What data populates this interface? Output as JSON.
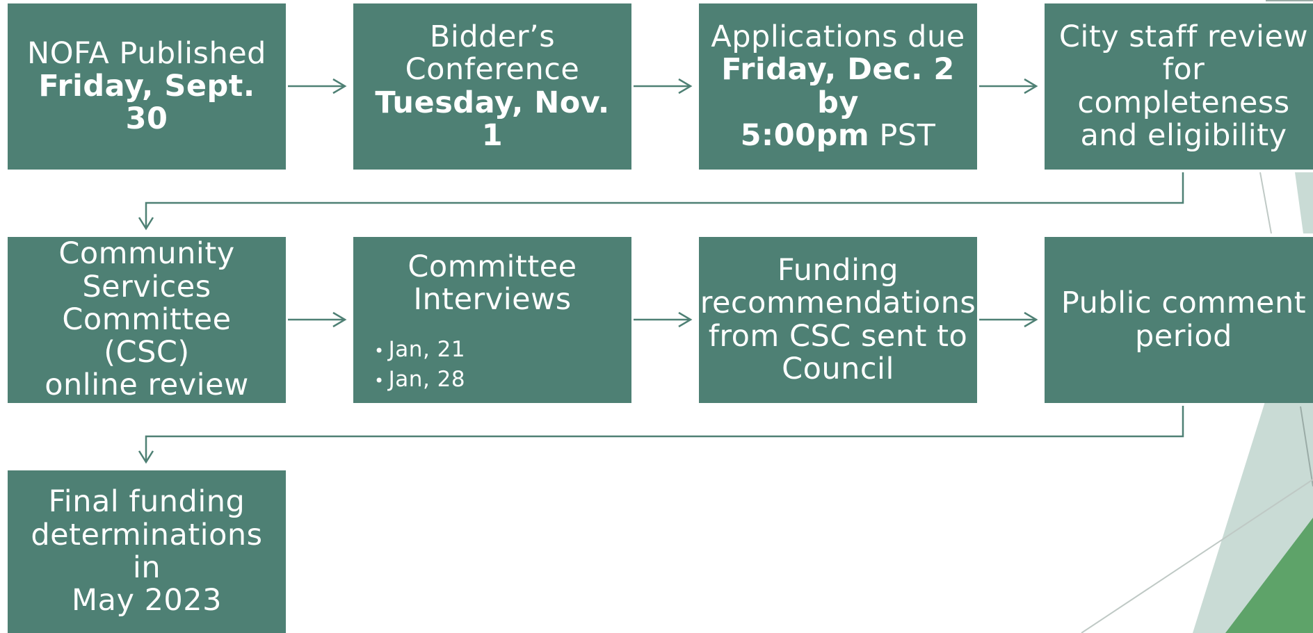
{
  "diagram": {
    "colors": {
      "box_fill": "#4e8074",
      "box_text": "#ffffff",
      "connector": "#4e8074",
      "accent_light": "#c9dbd5",
      "accent_green": "#5ea369",
      "accent_line": "#bfc9c5"
    },
    "steps": [
      {
        "line1": "NOFA Published",
        "line2": "Friday, Sept. 30"
      },
      {
        "line1": "Bidder’s",
        "line2": "Conference",
        "line3": "Tuesday, Nov. 1"
      },
      {
        "line1": "Applications due",
        "line2": "Friday, Dec. 2 by",
        "line3a": "5:00pm",
        "line3b": " PST"
      },
      {
        "line1": "City staff review",
        "line2": "for completeness",
        "line3": "and eligibility"
      },
      {
        "line1": "Community",
        "line2": "Services",
        "line3": "Committee (CSC)",
        "line4": "online review"
      },
      {
        "line1": "Committee",
        "line2": "Interviews",
        "bullets": [
          "Jan, 21",
          "Jan, 28"
        ]
      },
      {
        "line1": "Funding",
        "line2": "recommendations",
        "line3": "from CSC sent to",
        "line4": "Council"
      },
      {
        "line1": "Public comment",
        "line2": "period"
      },
      {
        "line1": "Final funding",
        "line2": "determinations in",
        "line3": "May 2023"
      }
    ]
  }
}
